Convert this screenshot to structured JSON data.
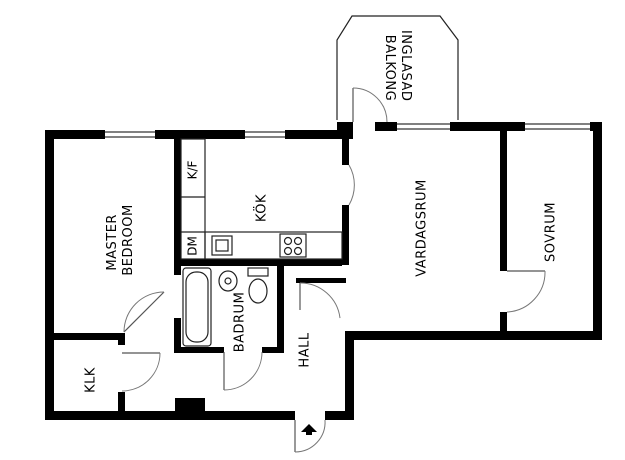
{
  "plan": {
    "rooms": {
      "balcony": [
        "INGLASAD",
        "BALKONG"
      ],
      "master": [
        "MASTER",
        "BEDROOM"
      ],
      "kitchen": "KÖK",
      "kf": "K/F",
      "dm": "DM",
      "living": "VARDAGSRUM",
      "bedroom": "SOVRUM",
      "bathroom": "BADRUM",
      "hall": "HALL",
      "closet": "KLK"
    },
    "colors": {
      "wall": "#000000",
      "fixture": "#222222",
      "door_arc": "#777777"
    },
    "icons": {
      "entrance": "entrance-arrow-icon"
    }
  }
}
